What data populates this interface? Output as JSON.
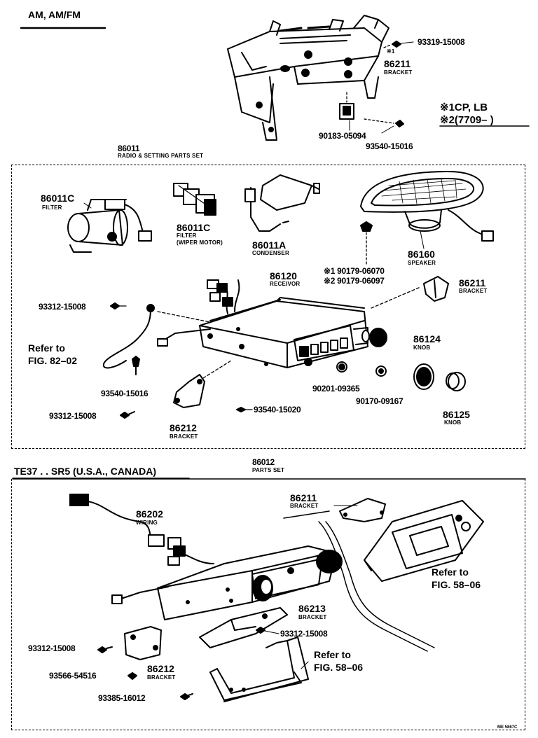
{
  "sections": {
    "top_title": "AM, AM/FM",
    "radio_set_number": "86011",
    "radio_set_title": "RADIO & SETTING PARTS SET",
    "bottom_title": "TE37 . . SR5 (U.S.A., CANADA)",
    "parts_set_number": "86012",
    "parts_set_title": "PARTS SET"
  },
  "note": {
    "line1": "※1CP, LB",
    "line2": "※2(7709–        )"
  },
  "labels": {
    "p93319": "93319-15008",
    "mark1": "※1",
    "p86211_top": "86211",
    "bracket_top": "BRACKET",
    "p90183": "90183-05094",
    "p93540_top": "93540-15016",
    "p86011c_a": "86011C",
    "filter_a": "FILTER",
    "p86011c_b": "86011C",
    "filter_b": "FILTER",
    "wiper_motor": "(WIPER MOTOR)",
    "p86011a": "86011A",
    "condenser": "CONDENSER",
    "p86160": "86160",
    "speaker": "SPEAKER",
    "p90179a": "※1 90179-06070",
    "p90179b": "※2 90179-06097",
    "p86120": "86120",
    "receiver": "RECEIVOR",
    "p86211_mid": "86211",
    "bracket_mid": "BRACKET",
    "p93312_a": "93312-15008",
    "refer_a1": "Refer to",
    "refer_a2": "FIG. 82–02",
    "p93540_mid": "93540-15016",
    "p90201": "90201-09365",
    "p90170": "90170-09167",
    "p86124": "86124",
    "knob_a": "KNOB",
    "p86125": "86125",
    "knob_b": "KNOB",
    "p93312_b": "93312-15008",
    "p93540_low": "93540-15020",
    "p86212_a": "86212",
    "bracket_212a": "BRACKET",
    "p86211_bot": "86211",
    "bracket_bot": "BRACKET",
    "p86202": "86202",
    "wiring": "WIRING",
    "refer_b1": "Refer to",
    "refer_b2": "FIG. 58–06",
    "p86213": "86213",
    "bracket_213": "BRACKET",
    "p93312_c": "93312-15008",
    "p93312_d": "93312-15008",
    "refer_c1": "Refer to",
    "refer_c2": "FIG. 58–06",
    "p93566": "93566-54516",
    "p86212_b": "86212",
    "bracket_212b": "BRACKET",
    "p93385": "93385-16012",
    "corner_code": "ME 5867C"
  }
}
